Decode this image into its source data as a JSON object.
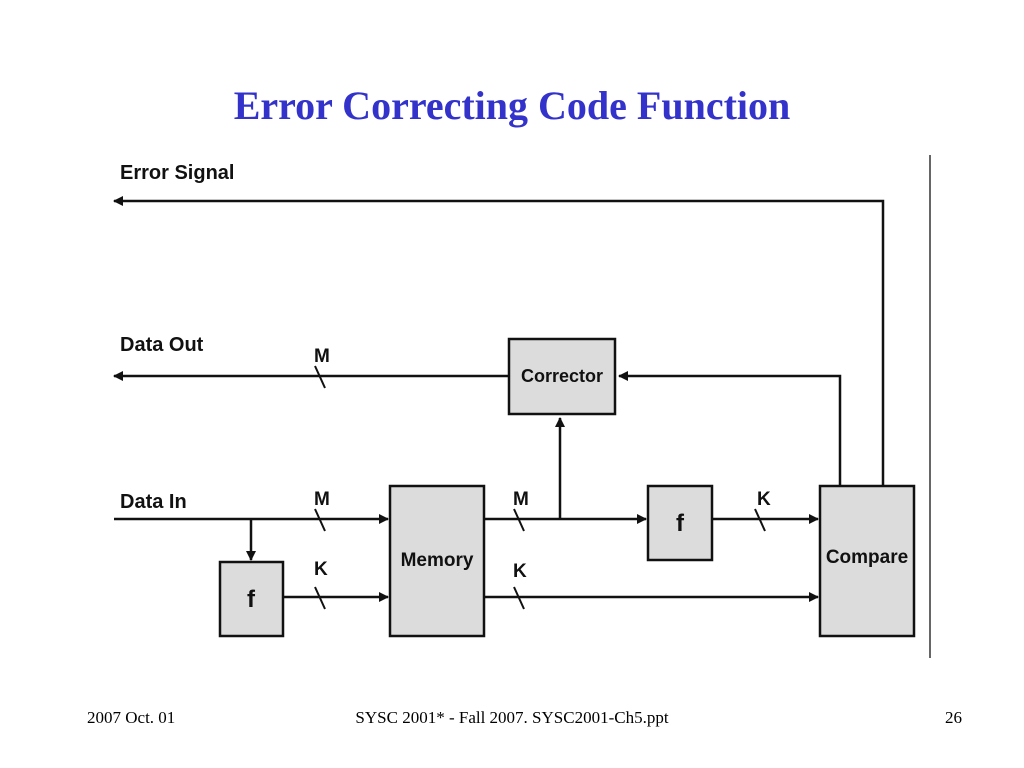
{
  "slide": {
    "title": "Error Correcting Code Function"
  },
  "diagram": {
    "signals": {
      "error_signal": "Error Signal",
      "data_out": "Data Out",
      "data_in": "Data In"
    },
    "blocks": {
      "corrector": "Corrector",
      "memory": "Memory",
      "compare": "Compare",
      "f_input": "f",
      "f_output": "f"
    },
    "bus_widths": {
      "data_out_m": "M",
      "data_in_m": "M",
      "f_input_k": "K",
      "memory_out_m": "M",
      "memory_out_k": "K",
      "f_output_k": "K"
    },
    "colors": {
      "block_fill": "#dcdcdc",
      "line": "#111111",
      "title": "#3333cc"
    }
  },
  "footer": {
    "date": "2007 Oct. 01",
    "course": "SYSC 2001* - Fall 2007. SYSC2001-Ch5.ppt",
    "page_number": "26"
  }
}
